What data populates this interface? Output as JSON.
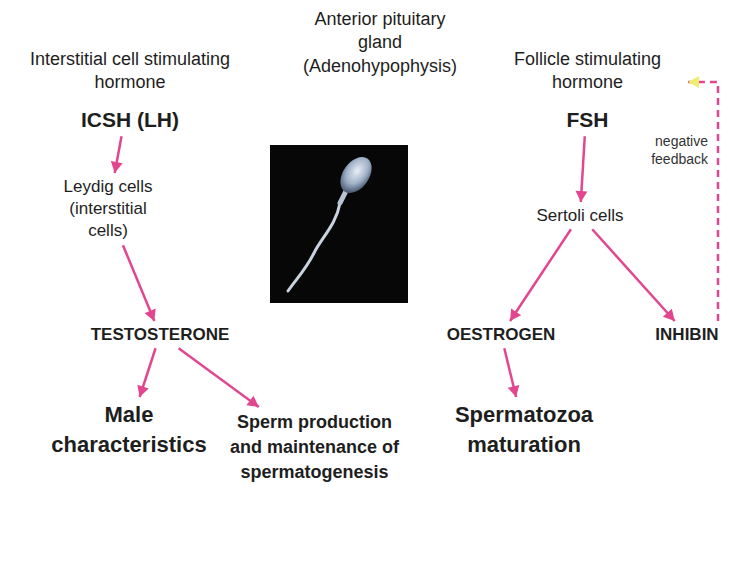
{
  "diagram": {
    "title": "Anterior pituitary gland (Adenohypophysis)",
    "nodes": [
      {
        "text": [
          "Interstitial cell stimulating hormone",
          "ICSH (LH)"
        ]
      },
      {
        "text": [
          "Follicle stimulating hormone",
          "FSH"
        ]
      },
      {
        "text": [
          "Leydig cells (interstitial cells)"
        ]
      },
      {
        "text": [
          "Sertoli cells"
        ]
      },
      {
        "text": [
          "TESTOSTERONE"
        ]
      },
      {
        "text": [
          "OESTROGEN"
        ]
      },
      {
        "text": [
          "INHIBIN"
        ]
      },
      {
        "text": [
          "Male characteristics"
        ]
      },
      {
        "text": [
          "Sperm production and maintenance of spermatogenesis"
        ]
      },
      {
        "text": [
          "Spermatozoa maturation"
        ]
      }
    ],
    "edges": [
      {
        "from": 0,
        "to": 2,
        "arrow": "to"
      },
      {
        "from": 1,
        "to": 3,
        "arrow": "to"
      },
      {
        "from": 2,
        "to": 4,
        "arrow": "to"
      },
      {
        "from": 3,
        "to": 5,
        "arrow": "to"
      },
      {
        "from": 3,
        "to": 6,
        "arrow": "to"
      },
      {
        "from": 4,
        "to": 7,
        "arrow": "to"
      },
      {
        "from": 4,
        "to": 8,
        "arrow": "to"
      },
      {
        "from": 5,
        "to": 9,
        "arrow": "to"
      },
      {
        "from": 6,
        "to": 1,
        "label": "negative feedback",
        "arrow": "to"
      }
    ]
  }
}
